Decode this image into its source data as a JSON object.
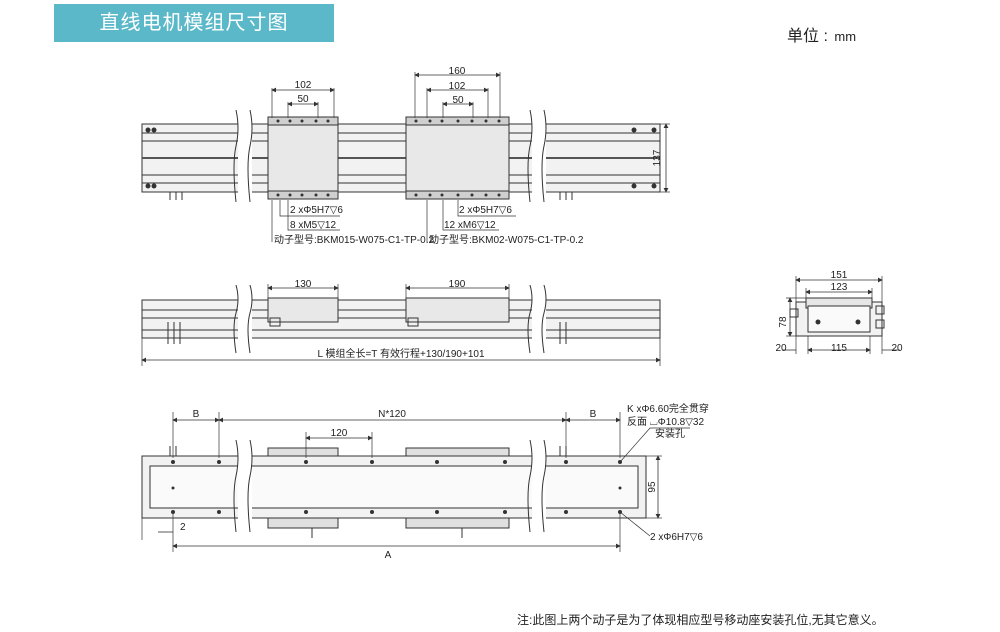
{
  "header": {
    "title": "直线电机模组尺寸图",
    "unit_label": "单位",
    "unit_sep": ":",
    "unit_value": "mm",
    "accent_color": "#5bb8c9"
  },
  "top_view": {
    "dim_102_left": "102",
    "dim_50_left": "50",
    "dim_160": "160",
    "dim_102_right": "102",
    "dim_50_right": "50",
    "dim_137": "137",
    "hole_left": "2 xΦ5H7▽6",
    "screw_left": "8 xM5▽12",
    "model_left": "动子型号:BKM015-W075-C1-TP-0.2",
    "hole_right": "2 xΦ5H7▽6",
    "screw_right": "12 xM6▽12",
    "model_right": "动子型号:BKM02-W075-C1-TP-0.2"
  },
  "side_view": {
    "dim_130": "130",
    "dim_190": "190",
    "length_formula": "L 模组全长=T 有效行程+130/190+101"
  },
  "end_view": {
    "dim_151": "151",
    "dim_123": "123",
    "dim_78": "78",
    "dim_20_left": "20",
    "dim_115": "115",
    "dim_20_right": "20"
  },
  "bottom_view": {
    "dim_b_left": "B",
    "dim_n120": "N*120",
    "dim_b_right": "B",
    "dim_120": "120",
    "dim_95": "95",
    "dim_2": "2",
    "dim_a": "A",
    "hole_k_line1": "K xΦ6.60完全贯穿",
    "hole_k_line2": "反面 ⌴Φ10.8▽32",
    "hole_k_line3": "安装孔",
    "pin_hole": "2 xΦ6H7▽6"
  },
  "footer": {
    "note": "注:此图上两个动子是为了体现相应型号移动座安装孔位,无其它意义。"
  }
}
